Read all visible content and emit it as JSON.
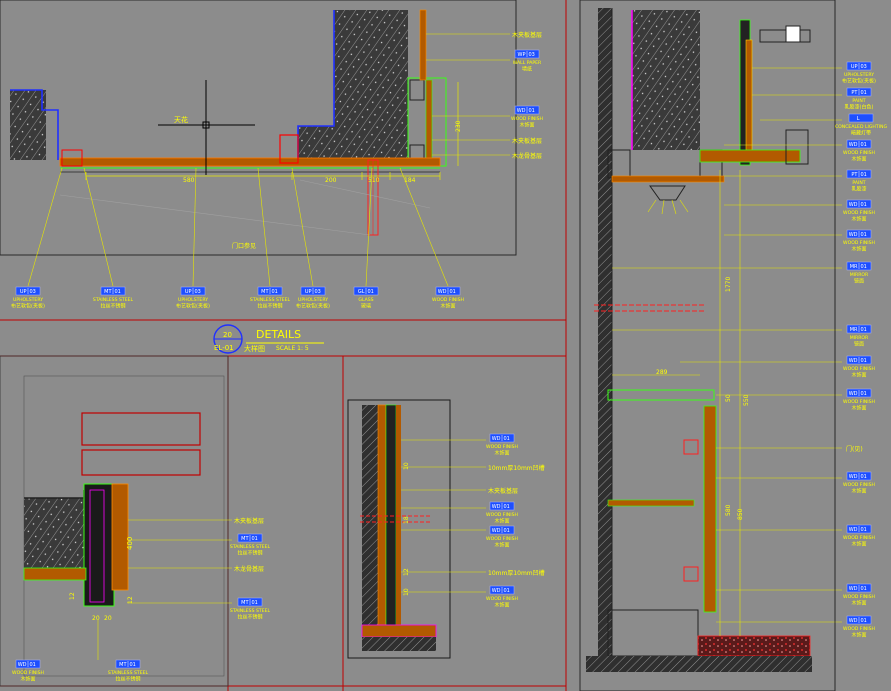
{
  "colors": {
    "background": "#8c8c8c",
    "frame": "#c00000",
    "leader": "#e6e600",
    "tag_fill": "#1e4fff",
    "tag_text": "#ffffff",
    "label": "#ffff00",
    "wall": "#3a3a3a",
    "hatch_line": "#d9d9d9",
    "wood": "#b25a00",
    "accent_green": "#39ff14",
    "magenta": "#ff00ff",
    "cyan": "#00ffff"
  },
  "title_block": {
    "number": "20",
    "sheet": "EL-01",
    "title": "DETAILS",
    "subtitle": "大样图",
    "scale": "SCALE 1: 5"
  },
  "plan_detail": {
    "dims": [
      "580",
      "200",
      "510",
      "184"
    ],
    "dim_vertical": "230",
    "annotation_center": "天花",
    "annotation_bottom": "门口参见",
    "right_notes": [
      "木夹板基层",
      "木夹板基层",
      "木龙骨基层"
    ],
    "tags": [
      {
        "code": "UP",
        "num": "03",
        "en": "UPHOLSTERY",
        "cn": "布艺软包(夹板)"
      },
      {
        "code": "MT",
        "num": "01",
        "en": "STAINLESS STEEL",
        "cn": "拉丝不锈钢"
      },
      {
        "code": "UP",
        "num": "03",
        "en": "UPHOLSTERY",
        "cn": "布艺软包(夹板)"
      },
      {
        "code": "MT",
        "num": "01",
        "en": "STAINLESS STEEL",
        "cn": "拉丝不锈钢"
      },
      {
        "code": "UP",
        "num": "03",
        "en": "UPHOLSTERY",
        "cn": "布艺软包(夹板)"
      },
      {
        "code": "GL",
        "num": "01",
        "en": "GLASS",
        "cn": "玻璃"
      },
      {
        "code": "WD",
        "num": "01",
        "en": "WOOD FINISH",
        "cn": "木饰面"
      }
    ],
    "right_tags": [
      {
        "code": "WP",
        "num": "03",
        "en": "WALL PAPER",
        "cn": "墙纸"
      },
      {
        "code": "WD",
        "num": "01",
        "en": "WOOD FINISH",
        "cn": "木饰面"
      }
    ]
  },
  "left_bottom_detail": {
    "notes": [
      "木夹板基层",
      "木龙骨基层"
    ],
    "dims": [
      "20",
      "20",
      "12",
      "12"
    ],
    "dim_vertical": "400",
    "tags": [
      {
        "code": "MT",
        "num": "01",
        "en": "STAINLESS STEEL",
        "cn": "拉丝不锈钢"
      },
      {
        "code": "MT",
        "num": "01",
        "en": "STAINLESS STEEL",
        "cn": "拉丝不锈钢"
      },
      {
        "code": "WD",
        "num": "01",
        "en": "WOOD FINISH",
        "cn": "木饰面"
      },
      {
        "code": "MT",
        "num": "01",
        "en": "STAINLESS STEEL",
        "cn": "拉丝不锈钢"
      }
    ]
  },
  "middle_detail": {
    "notes": [
      "10mm厚10mm凹槽",
      "木夹板基层",
      "10mm厚10mm凹槽"
    ],
    "dims": [
      "10",
      "18",
      "12",
      "10"
    ],
    "tags": [
      {
        "code": "WD",
        "num": "01",
        "en": "WOOD FINISH",
        "cn": "木饰面"
      },
      {
        "code": "WD",
        "num": "01",
        "en": "WOOD FINISH",
        "cn": "木饰面"
      },
      {
        "code": "WD",
        "num": "01",
        "en": "WOOD FINISH",
        "cn": "木饰面"
      },
      {
        "code": "WD",
        "num": "01",
        "en": "WOOD FINISH",
        "cn": "木饰面"
      }
    ]
  },
  "section_detail": {
    "dims": [
      "1770",
      "289",
      "550",
      "50",
      "580",
      "850"
    ],
    "note_door": "门(见)",
    "tags": [
      {
        "code": "UP",
        "num": "03",
        "en": "UPHOLSTERY",
        "cn": "布艺软包(夹板)"
      },
      {
        "code": "PT",
        "num": "01",
        "en": "PAINT",
        "cn": "乳胶漆(白色)"
      },
      {
        "code": "L",
        "num": "",
        "en": "CONCEALED LIGHTING",
        "cn": "暗藏灯带"
      },
      {
        "code": "WD",
        "num": "01",
        "en": "WOOD FINISH",
        "cn": "木饰面"
      },
      {
        "code": "PT",
        "num": "01",
        "en": "PAINT",
        "cn": "乳胶漆"
      },
      {
        "code": "WD",
        "num": "01",
        "en": "WOOD FINISH",
        "cn": "木饰面"
      },
      {
        "code": "WD",
        "num": "01",
        "en": "WOOD FINISH",
        "cn": "木饰面"
      },
      {
        "code": "MR",
        "num": "01",
        "en": "MIRROR",
        "cn": "镜面"
      },
      {
        "code": "MR",
        "num": "01",
        "en": "MIRROR",
        "cn": "镜面"
      },
      {
        "code": "WD",
        "num": "01",
        "en": "WOOD FINISH",
        "cn": "木饰面"
      },
      {
        "code": "WD",
        "num": "01",
        "en": "WOOD FINISH",
        "cn": "木饰面"
      },
      {
        "code": "WD",
        "num": "01",
        "en": "WOOD FINISH",
        "cn": "木饰面"
      },
      {
        "code": "WD",
        "num": "01",
        "en": "WOOD FINISH",
        "cn": "木饰面"
      },
      {
        "code": "WD",
        "num": "01",
        "en": "WOOD FINISH",
        "cn": "木饰面"
      },
      {
        "code": "WD",
        "num": "01",
        "en": "WOOD FINISH",
        "cn": "木饰面"
      }
    ]
  }
}
